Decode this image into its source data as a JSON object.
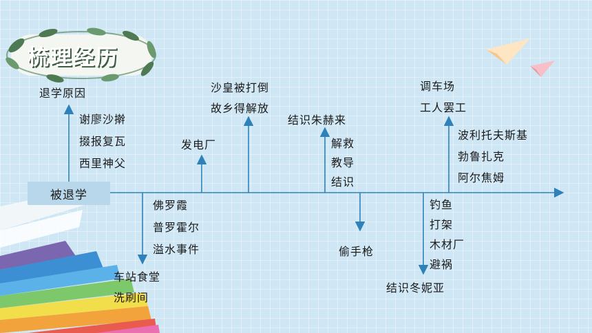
{
  "title": "梳理经历",
  "root": "被退学",
  "branches": {
    "b1_top_head": "退学原因",
    "b1_top_items": [
      "谢廖沙擀",
      "掇报复瓦",
      "西里神父"
    ],
    "b1_bottom_items": [
      "佛罗霞",
      "普罗霍尔",
      "溢水事件"
    ],
    "b1_bottom_end": [
      "车站食堂",
      "洗刷间"
    ],
    "b2_top": "发电厂",
    "b3_top": [
      "沙皇被打倒",
      "故乡得解放"
    ],
    "b4_top_head": "结识朱赫来",
    "b4_top_items": [
      "解救",
      "教导",
      "结识"
    ],
    "b4_bottom": "偷手枪",
    "b5_top_head": [
      "调车场",
      "工人罢工"
    ],
    "b5_top_items": [
      "波利托夫斯基",
      "勃鲁扎克",
      "阿尔焦姆"
    ],
    "b5_bottom_items": [
      "钓鱼",
      "打架",
      "木材厂",
      "避祸"
    ],
    "b5_bottom_end": "结识冬妮亚"
  },
  "colors": {
    "line": "#2e82b9",
    "root_box": "#b9d7ea",
    "title_text": "#ffffff",
    "leaf_green": "#4d7a52"
  }
}
